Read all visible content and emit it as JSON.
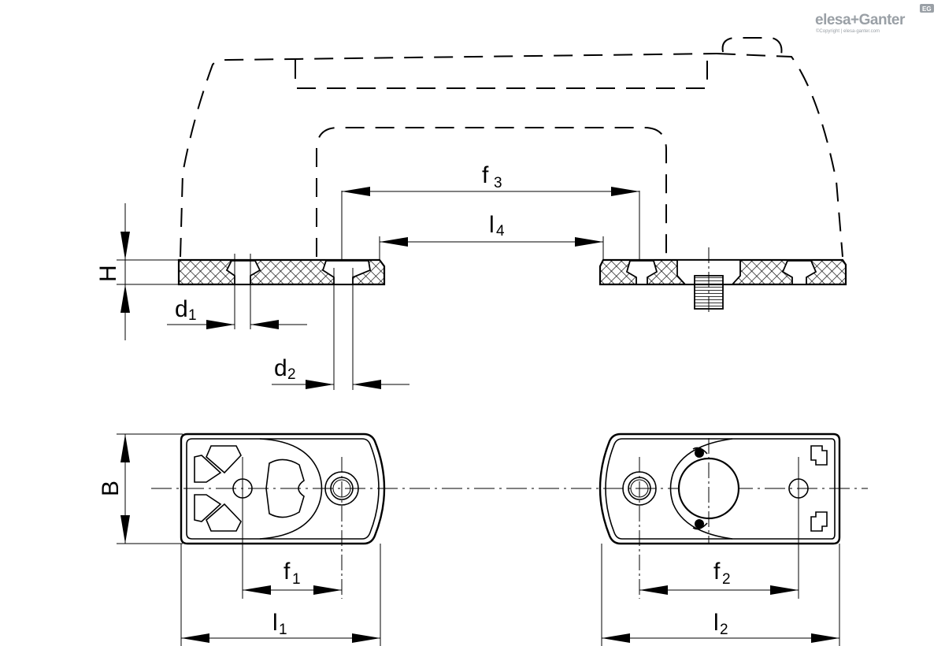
{
  "brand": {
    "logo_text": "elesa+Ganter",
    "copyright": "©Copyright | elesa-ganter.com",
    "badge": "EG",
    "color": "#9aa0a6"
  },
  "dimensions": {
    "f3": {
      "main": "f",
      "sub": "3"
    },
    "l4": {
      "main": "l",
      "sub": "4"
    },
    "H": {
      "main": "H"
    },
    "d1": {
      "main": "d",
      "sub": "1"
    },
    "d2": {
      "main": "d",
      "sub": "2"
    },
    "B": {
      "main": "B"
    },
    "f1": {
      "main": "f",
      "sub": "1"
    },
    "f2": {
      "main": "f",
      "sub": "2"
    },
    "l1": {
      "main": "l",
      "sub": "1"
    },
    "l2": {
      "main": "l",
      "sub": "2"
    }
  },
  "icons": [
    "hatch-pattern",
    "threaded-stud",
    "countersunk-hole"
  ]
}
